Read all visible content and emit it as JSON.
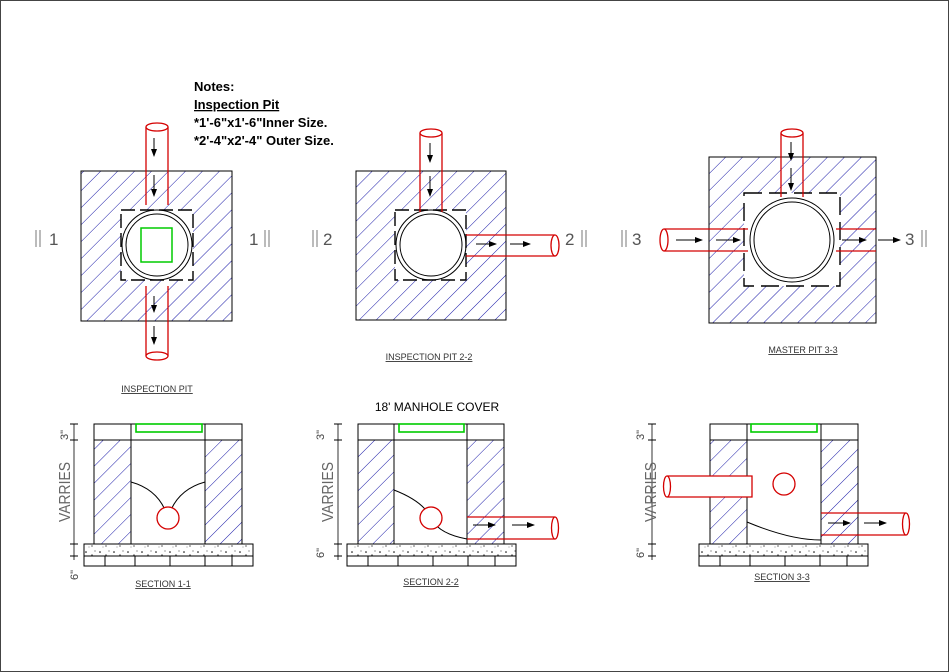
{
  "notes": {
    "heading": "Notes:",
    "subheading": "Inspection Pit",
    "line1": "*1'-6\"x1'-6\"Inner Size.",
    "line2": "*2'-4\"x2'-4\" Outer Size."
  },
  "plans": {
    "p1": {
      "caption": "INSPECTION PIT",
      "left_mark": "1",
      "right_mark": "1"
    },
    "p2": {
      "caption": "INSPECTION PIT 2-2",
      "left_mark": "2",
      "right_mark": "2"
    },
    "p3": {
      "caption": "MASTER PIT 3-3",
      "left_mark": "3",
      "right_mark": "3"
    }
  },
  "sections": {
    "s1": {
      "caption": "SECTION 1-1"
    },
    "s2": {
      "caption": "SECTION 2-2"
    },
    "s3": {
      "caption": "SECTION 3-3"
    }
  },
  "manhole_cover_label": "18' MANHOLE COVER",
  "dims": {
    "top": "3\"",
    "middle": "VARRIES",
    "bottom": "6\""
  },
  "colors": {
    "hatch": "#1a1aa8",
    "pipe": "#d40000",
    "cover": "#00cc00",
    "line": "#000000"
  }
}
